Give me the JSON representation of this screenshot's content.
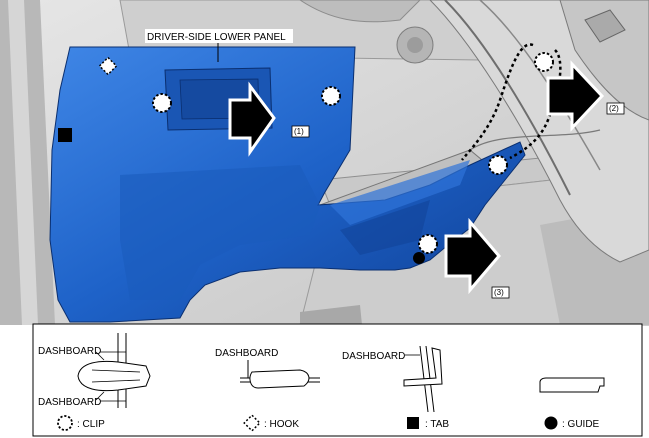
{
  "diagram": {
    "panel_label": "DRIVER-SIDE LOWER PANEL",
    "steps": [
      "(1)",
      "(2)",
      "(3)"
    ]
  },
  "legend": {
    "dashboard_label": "DASHBOARD",
    "clip_label": ": CLIP",
    "hook_label": ": HOOK",
    "tab_label": ": TAB",
    "guide_label": ": GUIDE"
  },
  "colors": {
    "panel_blue": "#1e62c8",
    "panel_blue_dark": "#0f3f94",
    "background_gray": "#d4d4d4",
    "arrow_fill": "#000000"
  }
}
